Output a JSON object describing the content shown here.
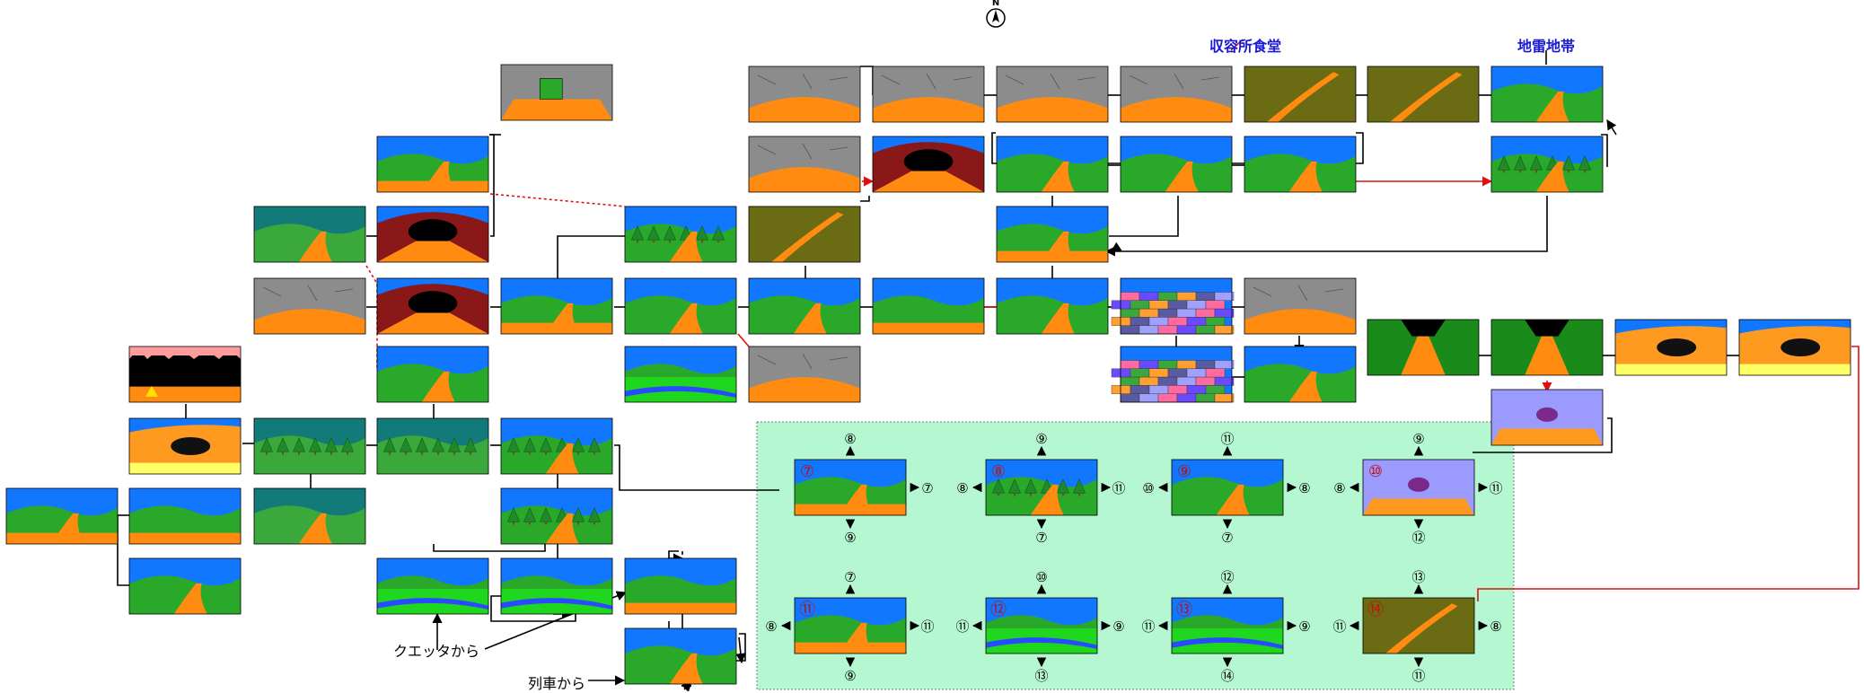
{
  "compass": {
    "letter": "N"
  },
  "labels": {
    "cafeteria": "収容所食堂",
    "minefield": "地雷地帯",
    "from_quetta": "クエッタから",
    "from_train": "列車から"
  },
  "colors": {
    "sky": "#1177ff",
    "grass": "#2aa82a",
    "ground": "#ff8c10",
    "rock": "#8a8a8a",
    "maze_bg": "#b4f7d0",
    "red_path": "#e01010",
    "label_blue": "#1a1ad6"
  },
  "maze": {
    "rooms": [
      {
        "id": "⑦",
        "up": "⑧",
        "down": "⑨",
        "left": "",
        "right": "⑦"
      },
      {
        "id": "⑧",
        "up": "⑨",
        "down": "⑦",
        "left": "⑧",
        "right": "⑪"
      },
      {
        "id": "⑨",
        "up": "⑪",
        "down": "⑦",
        "left": "⑩",
        "right": "⑧"
      },
      {
        "id": "⑩",
        "up": "⑨",
        "down": "⑫",
        "left": "⑧",
        "right": "⑪"
      },
      {
        "id": "⑪",
        "up": "⑦",
        "down": "⑨",
        "left": "⑧",
        "right": "⑪"
      },
      {
        "id": "⑫",
        "up": "⑩",
        "down": "⑬",
        "left": "⑪",
        "right": "⑨"
      },
      {
        "id": "⑬",
        "up": "⑫",
        "down": "⑭",
        "left": "⑪",
        "right": "⑨"
      },
      {
        "id": "⑭",
        "up": "⑬",
        "down": "⑪",
        "left": "⑪",
        "right": "⑧"
      }
    ]
  }
}
